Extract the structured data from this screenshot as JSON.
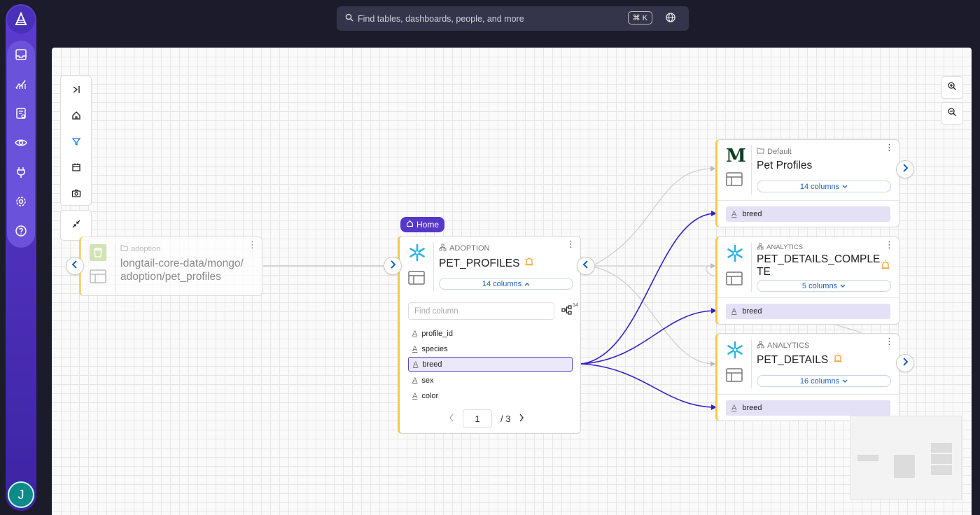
{
  "search": {
    "placeholder": "Find tables, dashboards, people, and more",
    "shortcut": "⌘ K"
  },
  "user": {
    "initial": "J"
  },
  "home_badge": "Home",
  "source_card": {
    "crumb": "adoption",
    "title_line1": "longtail-core-data/mongo/",
    "title_line2": "adoption/pet_profiles"
  },
  "main_card": {
    "crumb": "ADOPTION",
    "title": "PET_PROFILES",
    "columns_label": "14 columns",
    "find_placeholder": "Find column",
    "lineage_count": "14",
    "columns": [
      "profile_id",
      "species",
      "breed",
      "sex",
      "color"
    ],
    "selected_column": "breed",
    "pager": {
      "page": "1",
      "total": "/ 3"
    }
  },
  "target_cards": [
    {
      "crumb": "Default",
      "title": "Pet Profiles",
      "columns_label": "14 columns",
      "field": "breed"
    },
    {
      "crumb": "ANALYTICS",
      "title_line1": "PET_DETAILS_COMPLE",
      "title_line2": "TE",
      "columns_label": "5 columns",
      "field": "breed"
    },
    {
      "crumb": "ANALYTICS",
      "title": "PET_DETAILS",
      "columns_label": "16 columns",
      "field": "breed"
    }
  ],
  "colors": {
    "brand_purple": "#5638c8",
    "edge_highlight": "#3a1fc4",
    "card_accent": "#f2c94c",
    "snowflake": "#29b5e8",
    "link_blue": "#1f5fbf"
  }
}
